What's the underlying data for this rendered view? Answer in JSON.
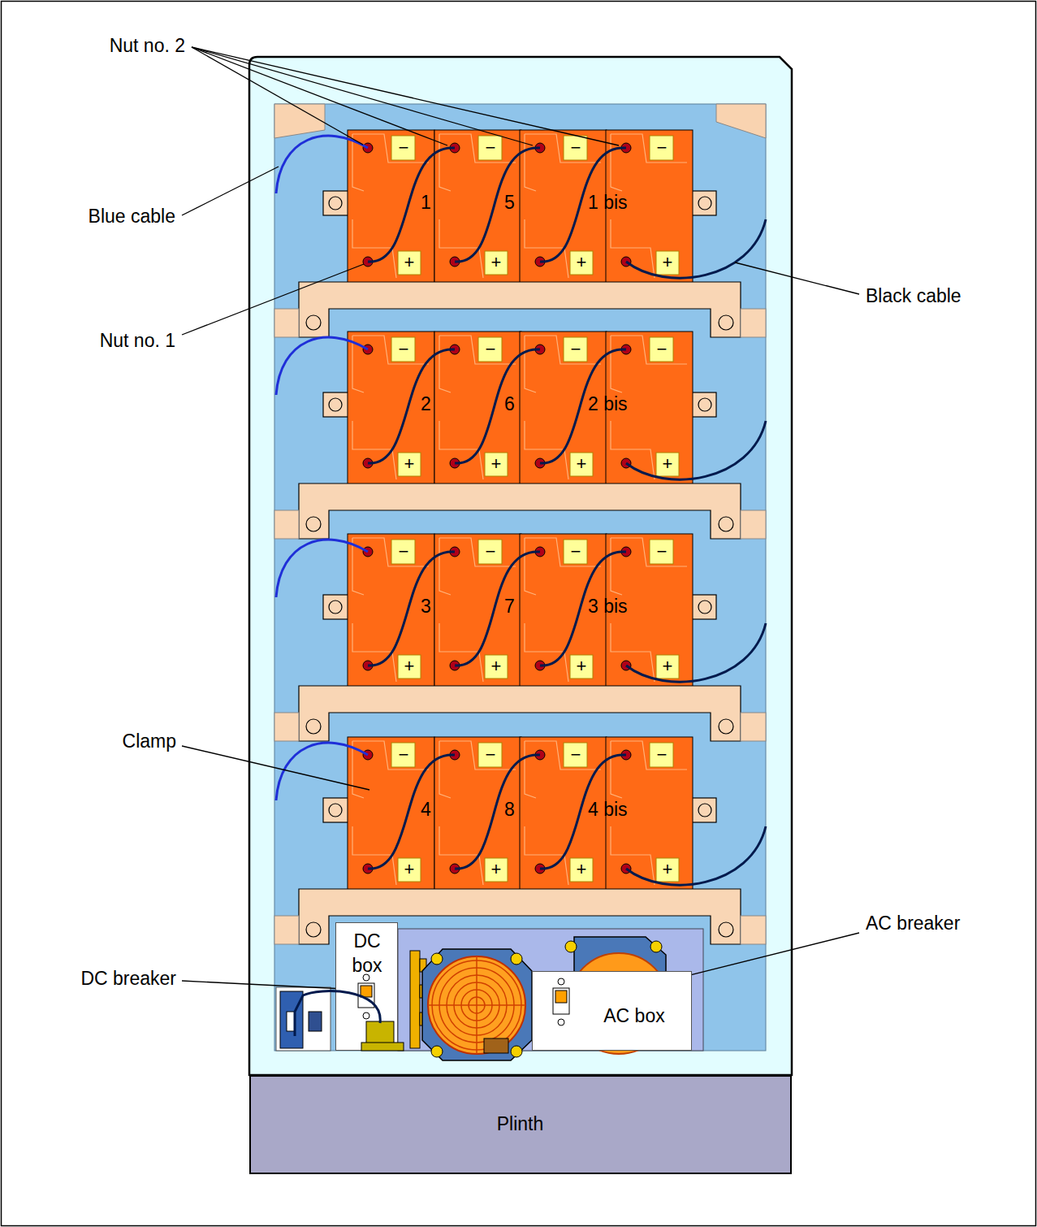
{
  "diagram": {
    "nodes": [
      {
        "text": [
          "1",
          "5",
          "1 bis"
        ]
      },
      {
        "text": [
          "2",
          "6",
          "2 bis"
        ]
      },
      {
        "text": [
          "3",
          "7",
          "3 bis"
        ]
      },
      {
        "text": [
          "4",
          "8",
          "4 bis"
        ]
      },
      {
        "text": [
          "DC box"
        ]
      },
      {
        "text": [
          "AC box"
        ]
      },
      {
        "text": [
          "Plinth"
        ]
      }
    ],
    "labels": [
      "Nut no. 2",
      "Blue cable",
      "Nut no. 1",
      "Black cable",
      "Clamp",
      "DC breaker",
      "AC breaker",
      "−",
      "+",
      "−",
      "+",
      "−",
      "+",
      "−",
      "+",
      "−",
      "+",
      "−",
      "+",
      "−",
      "+",
      "−",
      "+",
      "−",
      "+",
      "−",
      "+",
      "−",
      "+",
      "−",
      "+",
      "−",
      "+",
      "−",
      "+",
      "−",
      "+",
      "−",
      "+"
    ]
  }
}
